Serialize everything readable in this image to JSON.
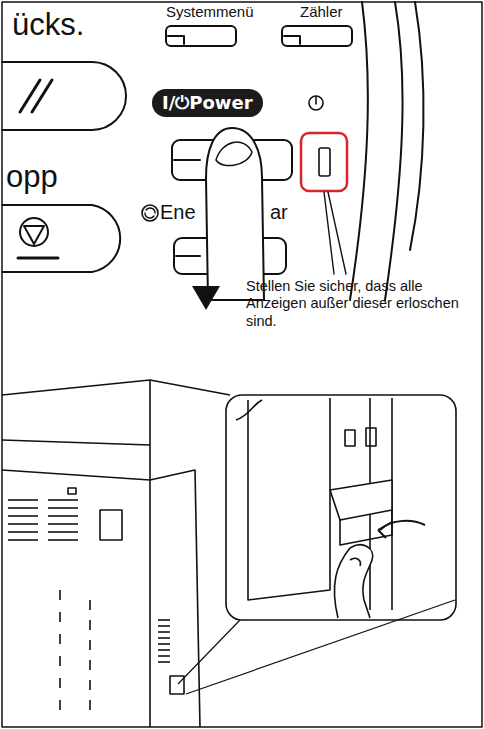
{
  "diagram": {
    "nodes": [
      {
        "text": [
          "I/⏻Power"
        ]
      }
    ],
    "labels": [
      "ücks.",
      "Systemmenü",
      "Zähler",
      "opp",
      "Ene",
      "ar",
      "Stellen Sie sicher, dass alle Anzeigen außer dieser erloschen sind."
    ]
  }
}
